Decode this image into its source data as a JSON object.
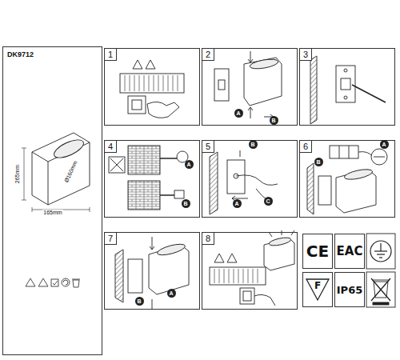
{
  "diagram": {
    "nodes": [
      {
        "text": [
          "DK9712"
        ]
      },
      {
        "text": [
          "1"
        ]
      },
      {
        "text": [
          "2"
        ]
      },
      {
        "text": [
          "3"
        ]
      },
      {
        "text": [
          "4"
        ]
      },
      {
        "text": [
          "5"
        ]
      },
      {
        "text": [
          "6"
        ]
      },
      {
        "text": [
          "7"
        ]
      },
      {
        "text": [
          "8"
        ]
      },
      {
        "text": [
          "CE"
        ]
      },
      {
        "text": [
          "EAC"
        ]
      },
      {
        "text": [
          "F"
        ]
      },
      {
        "text": [
          "IP65"
        ]
      }
    ],
    "labels": [
      "265mm",
      "Ø160mm",
      "165mm",
      "A",
      "B",
      "A",
      "B",
      "B",
      "A",
      "C",
      "B",
      "A",
      "A",
      "B"
    ]
  }
}
